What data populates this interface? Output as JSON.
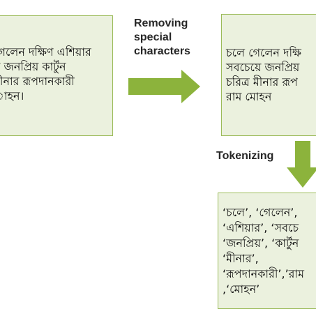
{
  "boxes": {
    "input": {
      "text": "গেলেন দক্ষিণ এশিয়ার\nয় জনপ্রিয় কার্টুন\nমীনার রূপদানকারী\nাহন।"
    },
    "cleaned": {
      "text": "চলে গেলেন দক্ষি\nসবচেয়ে জনপ্রিয়\nচরিত্র মীনার রূপ\nরাম মোহন"
    },
    "tokens": {
      "text": "‘চলে’, ‘গেলেন’,\n‘এশিয়ার’, ‘সবচে\n‘জনপ্রিয়’, ‘কার্টুন\n‘মীনার’,\n‘রূপদানকারী’,’রাম\n,‘মোহন’"
    }
  },
  "steps": {
    "removing": {
      "label": "Removing\nspecial\ncharacters"
    },
    "tokenizing": {
      "label": "Tokenizing"
    }
  },
  "colors": {
    "box_fill": "#ebf1de",
    "box_border": "#9bbb59",
    "arrow_fill": "#8cb33c"
  }
}
